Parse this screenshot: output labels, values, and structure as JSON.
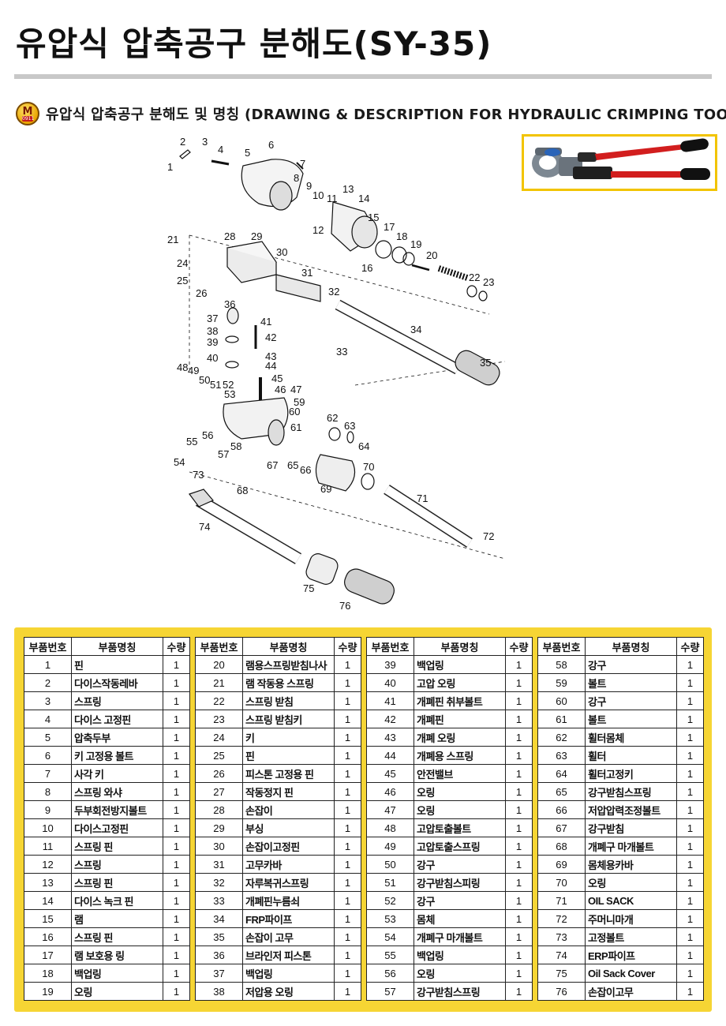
{
  "title": "유압식 압축공구 분해도(SY-35)",
  "subtitle": "유압식 압축공구 분해도 및 명칭 (DRAWING & DESCRIPTION FOR HYDRAULIC CRIMPING TOOL)",
  "brand_badge": {
    "letter": "M",
    "number": "0911"
  },
  "table_headers": {
    "number": "부품번호",
    "name": "부품명칭",
    "qty": "수량"
  },
  "parts_columns": [
    [
      {
        "no": "1",
        "name": "핀",
        "qty": "1"
      },
      {
        "no": "2",
        "name": "다이스작동레바",
        "qty": "1"
      },
      {
        "no": "3",
        "name": "스프링",
        "qty": "1"
      },
      {
        "no": "4",
        "name": "다이스 고정핀",
        "qty": "1"
      },
      {
        "no": "5",
        "name": "압축두부",
        "qty": "1"
      },
      {
        "no": "6",
        "name": "키 고정용 볼트",
        "qty": "1"
      },
      {
        "no": "7",
        "name": "사각 키",
        "qty": "1"
      },
      {
        "no": "8",
        "name": "스프링 와샤",
        "qty": "1"
      },
      {
        "no": "9",
        "name": "두부회전방지볼트",
        "qty": "1"
      },
      {
        "no": "10",
        "name": "다이스고정핀",
        "qty": "1"
      },
      {
        "no": "11",
        "name": "스프링 핀",
        "qty": "1"
      },
      {
        "no": "12",
        "name": "스프링",
        "qty": "1"
      },
      {
        "no": "13",
        "name": "스프링 핀",
        "qty": "1"
      },
      {
        "no": "14",
        "name": "다이스 녹크 핀",
        "qty": "1"
      },
      {
        "no": "15",
        "name": "램",
        "qty": "1"
      },
      {
        "no": "16",
        "name": "스프링 핀",
        "qty": "1"
      },
      {
        "no": "17",
        "name": "램 보호용 링",
        "qty": "1"
      },
      {
        "no": "18",
        "name": "백업링",
        "qty": "1"
      },
      {
        "no": "19",
        "name": "오링",
        "qty": "1"
      }
    ],
    [
      {
        "no": "20",
        "name": "램용스프링받침나사",
        "qty": "1"
      },
      {
        "no": "21",
        "name": "램 작동용 스프링",
        "qty": "1"
      },
      {
        "no": "22",
        "name": "스프링 받침",
        "qty": "1"
      },
      {
        "no": "23",
        "name": "스프링 받침키",
        "qty": "1"
      },
      {
        "no": "24",
        "name": "키",
        "qty": "1"
      },
      {
        "no": "25",
        "name": "핀",
        "qty": "1"
      },
      {
        "no": "26",
        "name": "피스톤 고정용 핀",
        "qty": "1"
      },
      {
        "no": "27",
        "name": "작동정지 핀",
        "qty": "1"
      },
      {
        "no": "28",
        "name": "손잡이",
        "qty": "1"
      },
      {
        "no": "29",
        "name": "부싱",
        "qty": "1"
      },
      {
        "no": "30",
        "name": "손잡이고정핀",
        "qty": "1"
      },
      {
        "no": "31",
        "name": "고무카바",
        "qty": "1"
      },
      {
        "no": "32",
        "name": "자루복귀스프링",
        "qty": "1"
      },
      {
        "no": "33",
        "name": "개폐핀누름쇠",
        "qty": "1"
      },
      {
        "no": "34",
        "name": "FRP파이프",
        "qty": "1"
      },
      {
        "no": "35",
        "name": "손잡이 고무",
        "qty": "1"
      },
      {
        "no": "36",
        "name": "브라인저 피스톤",
        "qty": "1"
      },
      {
        "no": "37",
        "name": "백업링",
        "qty": "1"
      },
      {
        "no": "38",
        "name": "저압용 오링",
        "qty": "1"
      }
    ],
    [
      {
        "no": "39",
        "name": "백업링",
        "qty": "1"
      },
      {
        "no": "40",
        "name": "고압 오링",
        "qty": "1"
      },
      {
        "no": "41",
        "name": "개폐핀 취부볼트",
        "qty": "1"
      },
      {
        "no": "42",
        "name": "개폐핀",
        "qty": "1"
      },
      {
        "no": "43",
        "name": "개폐 오링",
        "qty": "1"
      },
      {
        "no": "44",
        "name": "개폐용 스프링",
        "qty": "1"
      },
      {
        "no": "45",
        "name": "안전밸브",
        "qty": "1"
      },
      {
        "no": "46",
        "name": "오링",
        "qty": "1"
      },
      {
        "no": "47",
        "name": "오링",
        "qty": "1"
      },
      {
        "no": "48",
        "name": "고압토출볼트",
        "qty": "1"
      },
      {
        "no": "49",
        "name": "고압토출스프링",
        "qty": "1"
      },
      {
        "no": "50",
        "name": "강구",
        "qty": "1"
      },
      {
        "no": "51",
        "name": "강구받침스피링",
        "qty": "1"
      },
      {
        "no": "52",
        "name": "강구",
        "qty": "1"
      },
      {
        "no": "53",
        "name": "몸체",
        "qty": "1"
      },
      {
        "no": "54",
        "name": "개폐구 마개볼트",
        "qty": "1"
      },
      {
        "no": "55",
        "name": "백업링",
        "qty": "1"
      },
      {
        "no": "56",
        "name": "오링",
        "qty": "1"
      },
      {
        "no": "57",
        "name": "강구받침스프링",
        "qty": "1"
      }
    ],
    [
      {
        "no": "58",
        "name": "강구",
        "qty": "1"
      },
      {
        "no": "59",
        "name": "볼트",
        "qty": "1"
      },
      {
        "no": "60",
        "name": "강구",
        "qty": "1"
      },
      {
        "no": "61",
        "name": "볼트",
        "qty": "1"
      },
      {
        "no": "62",
        "name": "휠터몸체",
        "qty": "1"
      },
      {
        "no": "63",
        "name": "휠터",
        "qty": "1"
      },
      {
        "no": "64",
        "name": "휠터고정키",
        "qty": "1"
      },
      {
        "no": "65",
        "name": "강구받침스프링",
        "qty": "1"
      },
      {
        "no": "66",
        "name": "저압압력조정볼트",
        "qty": "1"
      },
      {
        "no": "67",
        "name": "강구받침",
        "qty": "1"
      },
      {
        "no": "68",
        "name": "개폐구 마개볼트",
        "qty": "1"
      },
      {
        "no": "69",
        "name": "몸체용카바",
        "qty": "1"
      },
      {
        "no": "70",
        "name": "오링",
        "qty": "1"
      },
      {
        "no": "71",
        "name": "OIL SACK",
        "qty": "1"
      },
      {
        "no": "72",
        "name": "주머니마개",
        "qty": "1"
      },
      {
        "no": "73",
        "name": "고정볼트",
        "qty": "1"
      },
      {
        "no": "74",
        "name": "ERP파이프",
        "qty": "1"
      },
      {
        "no": "75",
        "name": "Oil Sack Cover",
        "qty": "1"
      },
      {
        "no": "76",
        "name": "손잡이고무",
        "qty": "1"
      }
    ]
  ],
  "diagram_labels": [
    {
      "id": "1"
    },
    {
      "id": "2"
    },
    {
      "id": "3"
    },
    {
      "id": "4"
    },
    {
      "id": "5"
    },
    {
      "id": "6"
    },
    {
      "id": "7"
    },
    {
      "id": "8"
    },
    {
      "id": "9"
    },
    {
      "id": "10"
    },
    {
      "id": "11"
    },
    {
      "id": "12"
    },
    {
      "id": "13"
    },
    {
      "id": "14"
    },
    {
      "id": "15"
    },
    {
      "id": "16"
    },
    {
      "id": "17"
    },
    {
      "id": "18"
    },
    {
      "id": "19"
    },
    {
      "id": "20"
    },
    {
      "id": "21"
    },
    {
      "id": "22"
    },
    {
      "id": "23"
    },
    {
      "id": "24"
    },
    {
      "id": "25"
    },
    {
      "id": "26"
    },
    {
      "id": "28"
    },
    {
      "id": "29"
    },
    {
      "id": "30"
    },
    {
      "id": "31"
    },
    {
      "id": "32"
    },
    {
      "id": "33"
    },
    {
      "id": "34"
    },
    {
      "id": "35"
    },
    {
      "id": "36"
    },
    {
      "id": "37"
    },
    {
      "id": "38"
    },
    {
      "id": "39"
    },
    {
      "id": "40"
    },
    {
      "id": "41"
    },
    {
      "id": "42"
    },
    {
      "id": "43"
    },
    {
      "id": "44"
    },
    {
      "id": "45"
    },
    {
      "id": "46"
    },
    {
      "id": "47"
    },
    {
      "id": "48"
    },
    {
      "id": "49"
    },
    {
      "id": "50"
    },
    {
      "id": "51"
    },
    {
      "id": "52"
    },
    {
      "id": "53"
    },
    {
      "id": "54"
    },
    {
      "id": "55"
    },
    {
      "id": "56"
    },
    {
      "id": "57"
    },
    {
      "id": "58"
    },
    {
      "id": "59"
    },
    {
      "id": "60"
    },
    {
      "id": "61"
    },
    {
      "id": "62"
    },
    {
      "id": "63"
    },
    {
      "id": "64"
    },
    {
      "id": "65"
    },
    {
      "id": "66"
    },
    {
      "id": "67"
    },
    {
      "id": "68"
    },
    {
      "id": "69"
    },
    {
      "id": "70"
    },
    {
      "id": "71"
    },
    {
      "id": "72"
    },
    {
      "id": "73"
    },
    {
      "id": "74"
    },
    {
      "id": "75"
    },
    {
      "id": "76"
    }
  ],
  "colors": {
    "frame": "#f6d534",
    "photo_border": "#f2c400",
    "handle_red": "#d21e1e",
    "rule_gray": "#c8c8c8"
  },
  "icons": {
    "brand": "brand-badge-icon"
  }
}
